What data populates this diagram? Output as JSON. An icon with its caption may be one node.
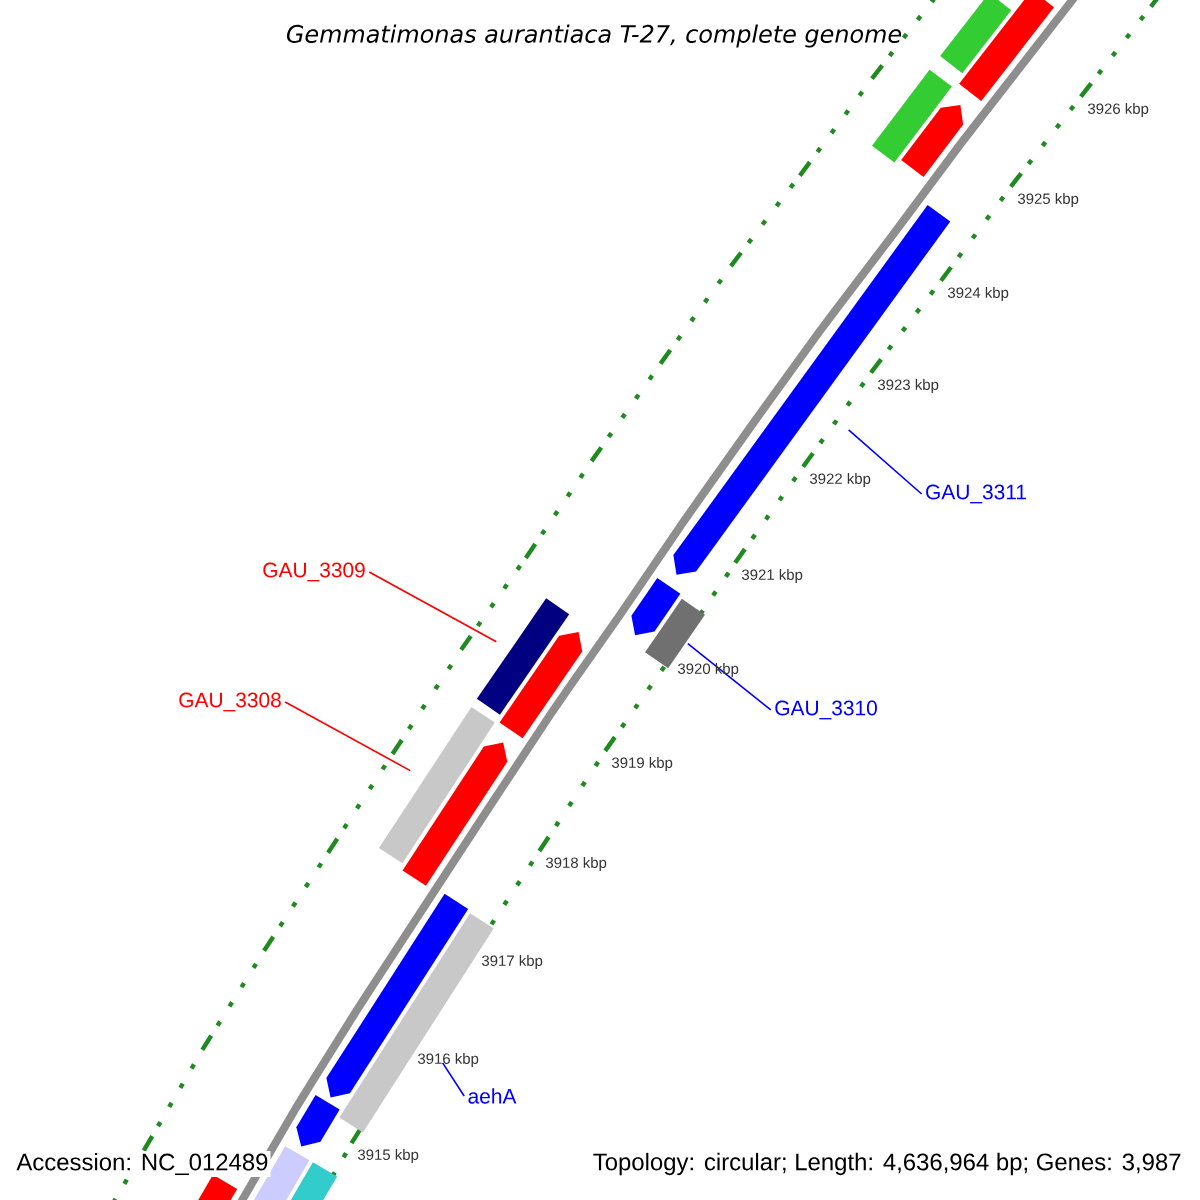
{
  "diagram": {
    "title": "Gemmatimonas aurantiaca T-27, complete genome",
    "nodes": [
      {
        "text": [],
        "shape": "bar"
      },
      {
        "text": [],
        "shape": "bar"
      },
      {
        "text": [],
        "shape": "bar"
      },
      {
        "text": [],
        "shape": "arrow"
      },
      {
        "text": [],
        "shape": "arrow"
      },
      {
        "text": [
          "GAU_3311"
        ]
      },
      {
        "text": [
          "GAU_3309"
        ]
      },
      {
        "text": [],
        "shape": "bar"
      },
      {
        "text": [],
        "shape": "arrow"
      },
      {
        "text": [],
        "shape": "arrow"
      },
      {
        "text": [],
        "shape": "bar"
      },
      {
        "text": [
          "GAU_3310"
        ]
      },
      {
        "text": [
          "GAU_3308"
        ]
      },
      {
        "text": [],
        "shape": "bar"
      },
      {
        "text": [],
        "shape": "arrow"
      },
      {
        "text": [],
        "shape": "arrow"
      },
      {
        "text": [],
        "shape": "bar"
      },
      {
        "text": [
          "aehA"
        ]
      },
      {
        "text": [],
        "shape": "arrow"
      },
      {
        "text": [],
        "shape": "bar"
      },
      {
        "text": [],
        "shape": "arrow"
      },
      {
        "text": [],
        "shape": "bar"
      }
    ],
    "edges": [
      {
        "from": 5,
        "to": 4,
        "arrow": "none"
      },
      {
        "from": 6,
        "to": 7,
        "arrow": "none",
        "color": "#ff0000"
      },
      {
        "from": 11,
        "to": 10,
        "arrow": "none"
      },
      {
        "from": 12,
        "to": 13,
        "arrow": "none",
        "color": "#ff0000"
      },
      {
        "from": 17,
        "to": 16,
        "arrow": "none"
      }
    ],
    "labels": [
      "3926 kbp",
      "3925 kbp",
      "3924 kbp",
      "3923 kbp",
      "3922 kbp",
      "3921 kbp",
      "3920 kbp",
      "3919 kbp",
      "3918 kbp",
      "3917 kbp",
      "3916 kbp",
      "3915 kbp",
      "Accession: NC_012489",
      "Topology: circular; Length: 4,636,964 bp; Genes: 3,987"
    ]
  }
}
